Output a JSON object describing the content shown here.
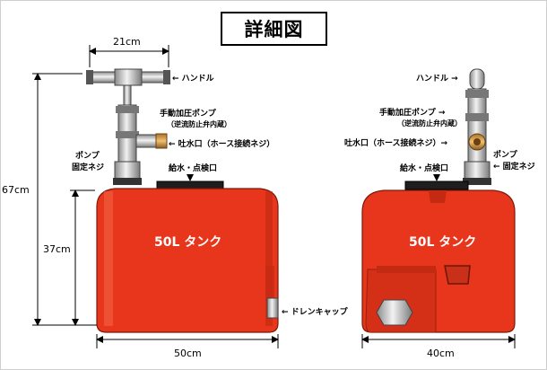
{
  "title": "詳細図",
  "left_view": {
    "handle_label": "← ハンドル",
    "pump_label": "手動加圧ポンプ",
    "pump_sub": "（逆流防止弁内蔵）",
    "outlet_label": "← 吐水口（ホース接続ネジ）",
    "fixing_label_1": "ポンプ",
    "fixing_label_2": "固定ネジ",
    "inlet_label": "給水・点検口",
    "tank_label": "50L タンク",
    "drain_label": "← ドレンキャップ",
    "dim_handle": "21cm",
    "dim_total": "67cm",
    "dim_tank": "37cm",
    "dim_width": "50cm"
  },
  "right_view": {
    "handle_label": "ハンドル →",
    "pump_label": "手動加圧ポンプ →",
    "pump_sub": "（逆流防止弁内蔵）",
    "outlet_label": "吐水口（ホース接続ネジ）→",
    "fixing_label_1": "ポンプ",
    "fixing_label_2": "← 固定ネジ",
    "inlet_label": "給水・点検口",
    "tank_label": "50L タンク",
    "dim_width": "40cm"
  },
  "colors": {
    "tank": "#e8361c",
    "tank_dark": "#c4260f",
    "steel": "#c8c8c8",
    "black": "#1a1a1a"
  }
}
